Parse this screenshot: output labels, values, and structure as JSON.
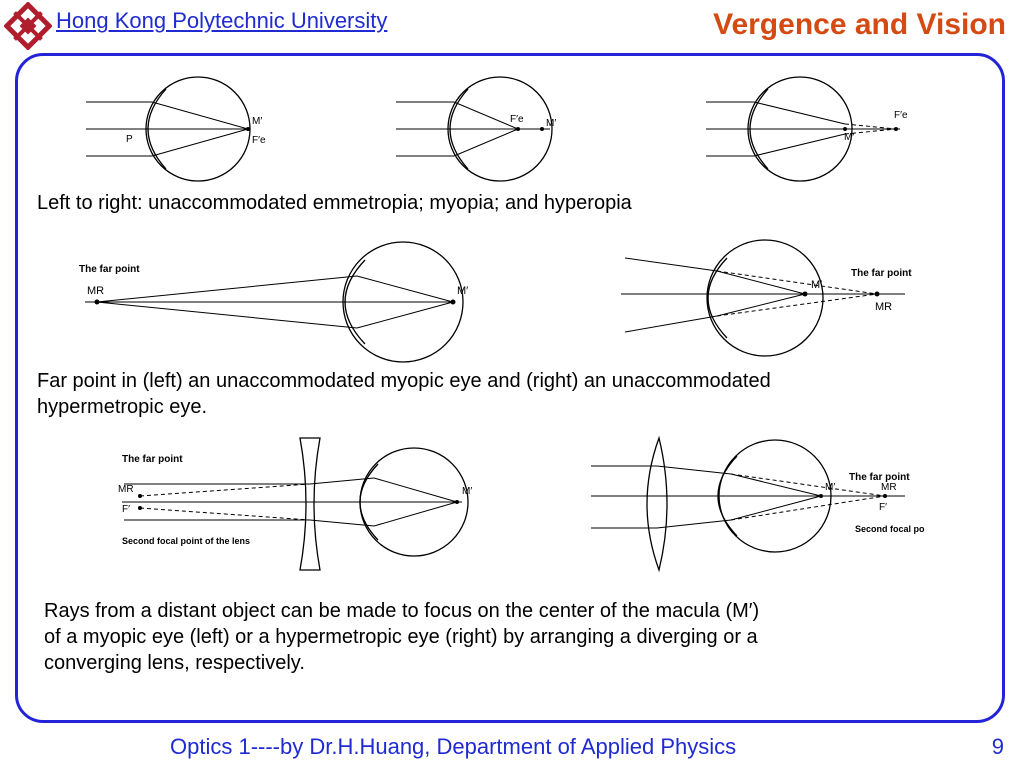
{
  "header": {
    "university": "Hong Kong Polytechnic University",
    "title": "Vergence and Vision"
  },
  "captions": {
    "row1": "Left to right: unaccommodated emmetropia; myopia; and hyperopia",
    "row2_line1": "Far point in (left) an unaccommodated myopic eye and (right) an unaccommodated",
    "row2_line2": "hypermetropic eye.",
    "row3_line1": "Rays from a distant object can be made to focus on the center of the macula (M′)",
    "row3_line2": "of a myopic eye (left) or a hypermetropic eye (right) by arranging a diverging or a",
    "row3_line3": "converging lens, respectively."
  },
  "labels": {
    "m_prime": "M′",
    "p": "P",
    "fe_prime": "F′e",
    "far_point": "The far point",
    "mr": "MR",
    "f_prime": "F′",
    "second_focal_lens_of_the": "Second focal point of the lens",
    "second_focal_of_lens": "Second focal point of lens"
  },
  "footer": {
    "text": "Optics 1----by Dr.H.Huang, Department of Applied Physics",
    "page": "9"
  },
  "colors": {
    "accent_blue": "#2323d8",
    "title_orange": "#d44a12"
  }
}
